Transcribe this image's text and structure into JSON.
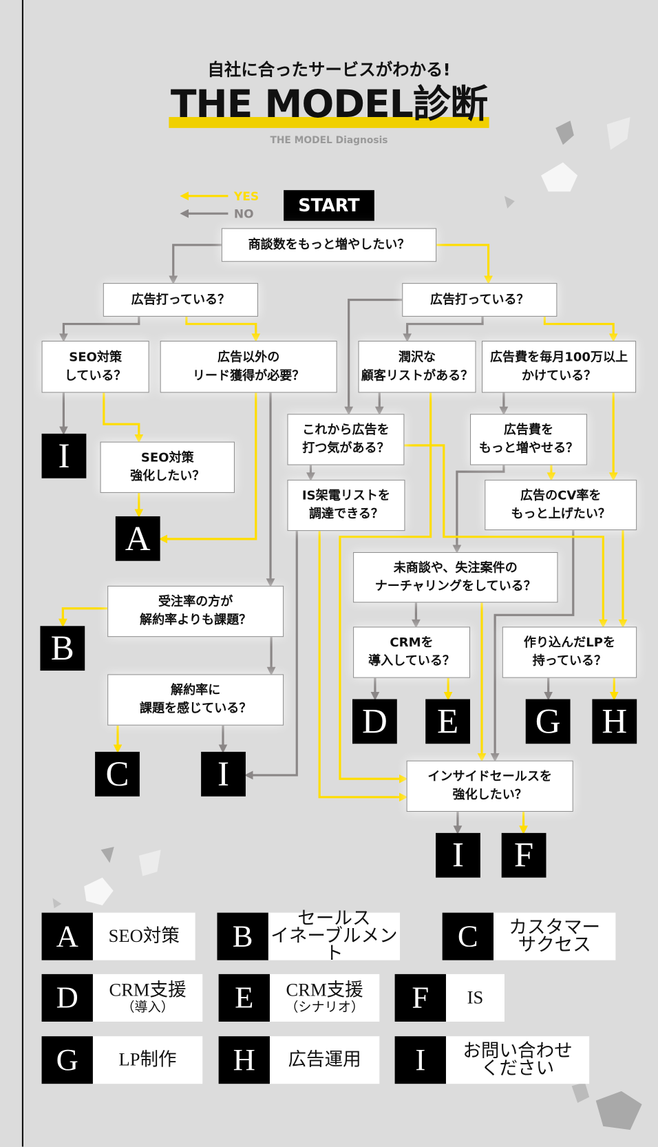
{
  "header": {
    "kicker": "自社に合ったサービスがわかる!",
    "title": "THE MODEL診断",
    "subtitle": "THE MODEL Diagnosis"
  },
  "legend": {
    "yes": "YES",
    "no": "NO"
  },
  "colors": {
    "yes": "#ffdd00",
    "no": "#8a8686",
    "highlight": "#f0d000"
  },
  "start": "START",
  "questions": {
    "q1": "商談数をもっと増やしたい？",
    "ad_left": "広告打っている？",
    "ad_right": "広告打っている？",
    "seo_doing": "SEO対策\nしている？",
    "lead_other": "広告以外の\nリード獲得が必要？",
    "rich_list": "潤沢な\n顧客リストがある？",
    "ad_budget": "広告費を毎月100万以上\nかけている？",
    "seo_strengthen": "SEO対策\n強化したい？",
    "will_ad": "これから広告を\n打つ気がある？",
    "ad_increase": "広告費を\nもっと増やせる？",
    "is_list": "IS架電リストを\n調達できる？",
    "cv_rate": "広告のCV率を\nもっと上げたい？",
    "nurturing": "未商談や、失注案件の\nナーチャリングをしている？",
    "order_rate": "受注率の方が\n解約率よりも課題？",
    "crm": "CRMを\n導入している？",
    "lp": "作り込んだLPを\n持っている？",
    "churn": "解約率に\n課題を感じている？",
    "inside_sales": "インサイドセールスを\n強化したい？"
  },
  "results": [
    "I",
    "A",
    "B",
    "D",
    "E",
    "G",
    "H",
    "C",
    "I",
    "I",
    "F"
  ],
  "cards": [
    {
      "key": "A",
      "label": "SEO対策"
    },
    {
      "key": "B",
      "label": "セールス\nイネーブルメント"
    },
    {
      "key": "C",
      "label": "カスタマー\nサクセス"
    },
    {
      "key": "D",
      "label": "CRM支援",
      "sub": "（導入）"
    },
    {
      "key": "E",
      "label": "CRM支援",
      "sub": "（シナリオ）"
    },
    {
      "key": "F",
      "label": "IS"
    },
    {
      "key": "G",
      "label": "LP制作"
    },
    {
      "key": "H",
      "label": "広告運用"
    },
    {
      "key": "I",
      "label": "お問い合わせ\nください"
    }
  ]
}
